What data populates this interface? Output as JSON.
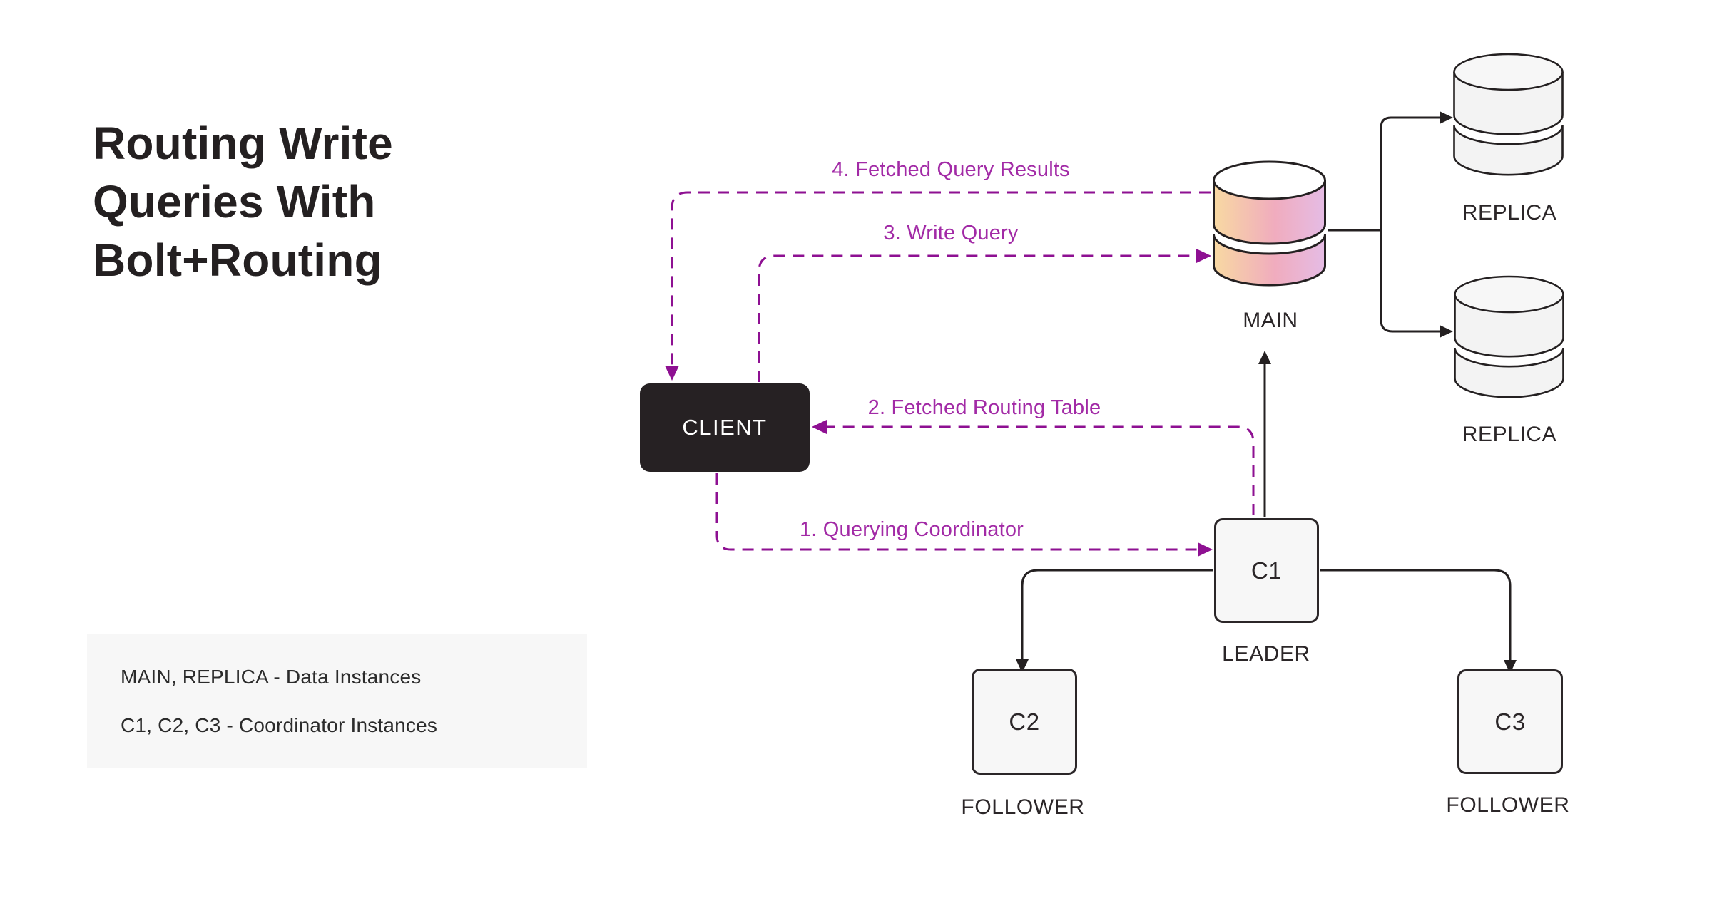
{
  "title": "Routing Write\nQueries With\nBolt+Routing",
  "legend": {
    "items": [
      {
        "label": "MAIN, REPLICA - Data Instances"
      },
      {
        "label": "C1, C2, C3 - Coordinator Instances"
      }
    ]
  },
  "nodes": {
    "client": {
      "label": "CLIENT"
    },
    "main": {
      "label": "MAIN"
    },
    "replica_top": {
      "label": "REPLICA"
    },
    "replica_bottom": {
      "label": "REPLICA"
    },
    "c1": {
      "label": "C1",
      "role": "LEADER"
    },
    "c2": {
      "label": "C2",
      "role": "FOLLOWER"
    },
    "c3": {
      "label": "C3",
      "role": "FOLLOWER"
    }
  },
  "flows": [
    {
      "step": 1,
      "label": "1. Querying Coordinator",
      "from": "CLIENT",
      "to": "C1",
      "style": "dashed"
    },
    {
      "step": 2,
      "label": "2. Fetched Routing Table",
      "from": "C1",
      "to": "CLIENT",
      "style": "dashed"
    },
    {
      "step": 3,
      "label": "3. Write Query",
      "from": "CLIENT",
      "to": "MAIN",
      "style": "dashed"
    },
    {
      "step": 4,
      "label": "4. Fetched Query Results",
      "from": "MAIN",
      "to": "CLIENT",
      "style": "dashed"
    }
  ],
  "colors": {
    "ink": "#242021",
    "flow_line": "#8e1092",
    "flow_text": "#a22aa6",
    "node_fill": "#f7f7f7",
    "client_fill": "#262123",
    "legend_bg": "#f7f7f7",
    "main_gradient_left": "#f8d9a2",
    "main_gradient_mid": "#f0acbe",
    "main_gradient_right": "#e5bce5",
    "replica_band": "#f3f3f3"
  }
}
